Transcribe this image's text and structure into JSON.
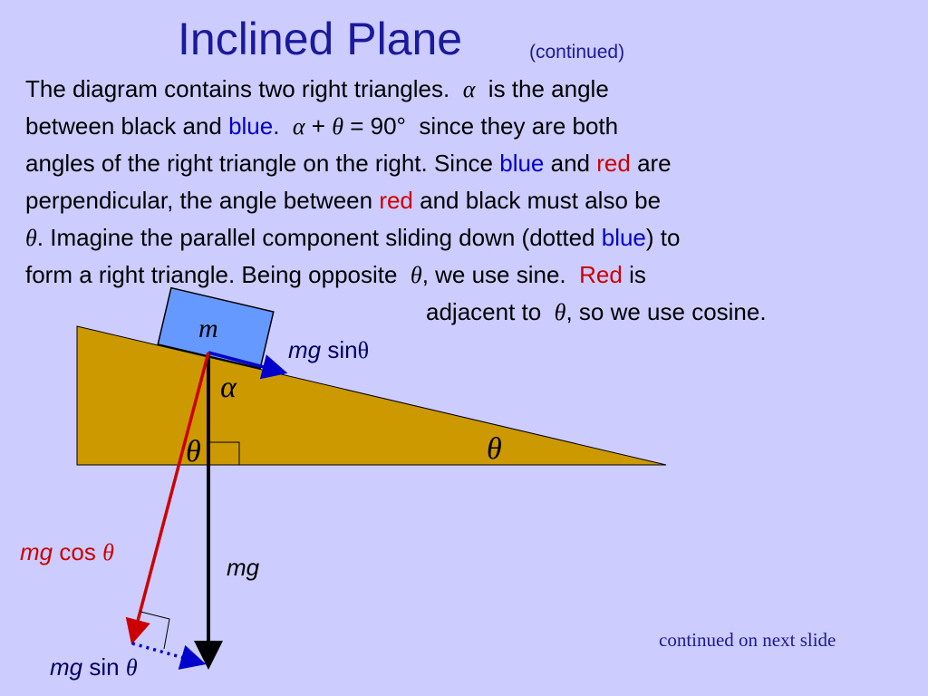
{
  "title": "Inclined Plane",
  "subtitle": "(continued)",
  "colors": {
    "background": "#ccccff",
    "title": "#1a1a9a",
    "incline": "#cc9900",
    "block": "#6699ff",
    "blue_vector": "#0000cc",
    "red_vector": "#cc0000"
  },
  "text": {
    "l1a": "The diagram contains two right triangles.",
    "alpha": "α",
    "theta": "θ",
    "l1b": "is the angle",
    "l2a": "between black and",
    "blue": "blue",
    "l2b": ".",
    "plus": "+",
    "l2c": "= 90°",
    "l2d": "since they are both",
    "l3a": "angles of the right triangle on the right.  Since",
    "and": "and",
    "red": "red",
    "are": "are",
    "l4a": "perpendicular, the angle between",
    "l4b": "and black must also be",
    "l5a": ".  Imagine the parallel component sliding down (dotted",
    "l5b": ") to",
    "l6a": "form a right triangle.  Being opposite",
    "l6b": ", we use sine.",
    "Red": "Red",
    "is": "is",
    "l7a": "adjacent to",
    "l7b": ", so we use cosine."
  },
  "diagram": {
    "mass": "m",
    "alpha": "α",
    "theta_left": "θ",
    "theta_right": "θ",
    "mg_label": "mg",
    "mg_sin_top": {
      "mg": "mg",
      "sin": "sin",
      "theta": "θ"
    },
    "mg_cos": {
      "mg": "mg",
      "cos": "cos",
      "theta": "θ"
    },
    "mg_sin_bottom": {
      "mg": "mg",
      "sin": "sin",
      "theta": "θ"
    }
  },
  "footer_note": "continued on next slide"
}
